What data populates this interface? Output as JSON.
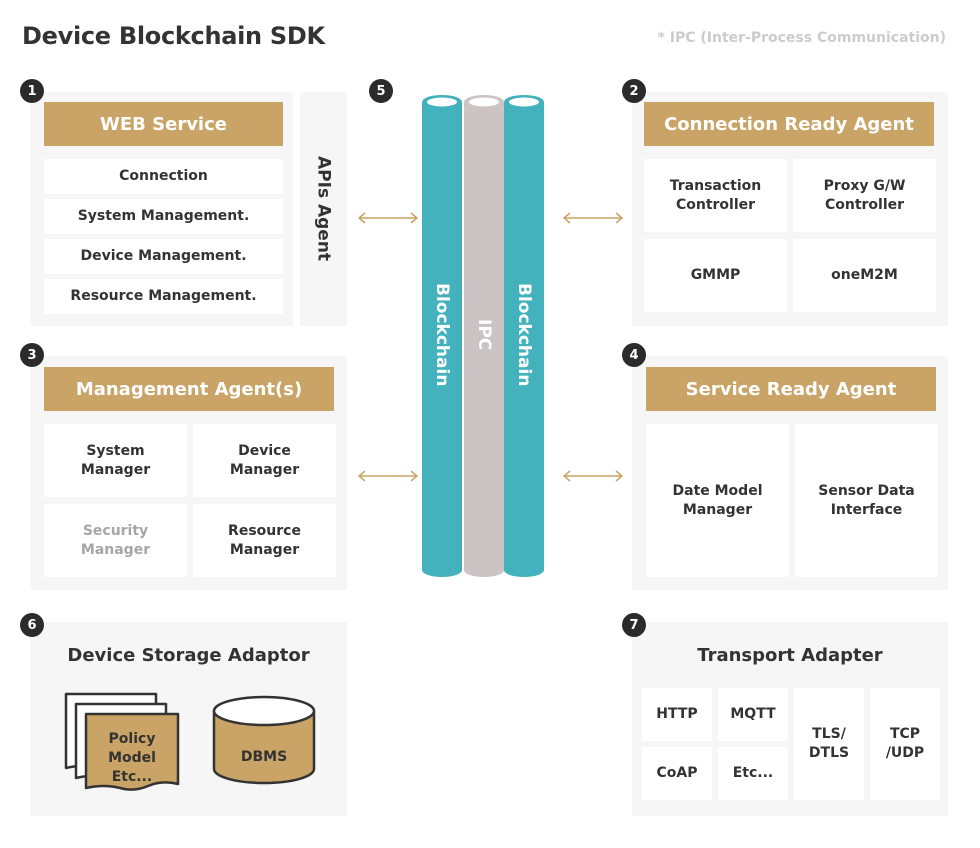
{
  "title": "Device Blockchain SDK",
  "note": "* IPC (Inter-Process Communication)",
  "badges": [
    "1",
    "2",
    "3",
    "4",
    "5",
    "6",
    "7"
  ],
  "web_service": {
    "header": "WEB Service",
    "items": [
      "Connection",
      "System Management.",
      "Device Management.",
      "Resource Management."
    ],
    "apis_agent": "APIs Agent"
  },
  "connection_agent": {
    "header": "Connection Ready Agent",
    "cells": [
      "Transaction\nController",
      "Proxy G/W\nController",
      "GMMP",
      "oneM2M"
    ]
  },
  "management_agent": {
    "header": "Management Agent(s)",
    "cells": [
      "System\nManager",
      "Device\nManager",
      "Security\nManager",
      "Resource\nManager"
    ]
  },
  "service_agent": {
    "header": "Service Ready Agent",
    "cells": [
      "Date Model\nManager",
      "Sensor Data\nInterface"
    ]
  },
  "pipes": {
    "left": "Blockchain",
    "middle": "IPC",
    "right": "Blockchain"
  },
  "storage": {
    "title": "Device Storage Adaptor",
    "docs_label": "Policy\nModel Etc...",
    "db_label": "DBMS"
  },
  "transport": {
    "title": "Transport Adapter",
    "cells": [
      "HTTP",
      "MQTT",
      "CoAP",
      "Etc...",
      "TLS/\nDTLS",
      "TCP\n/UDP"
    ]
  },
  "colors": {
    "gold": "#c9a466",
    "teal": "#43b2bd",
    "ipc": "#ccc4c4",
    "panel": "#f6f6f6"
  }
}
